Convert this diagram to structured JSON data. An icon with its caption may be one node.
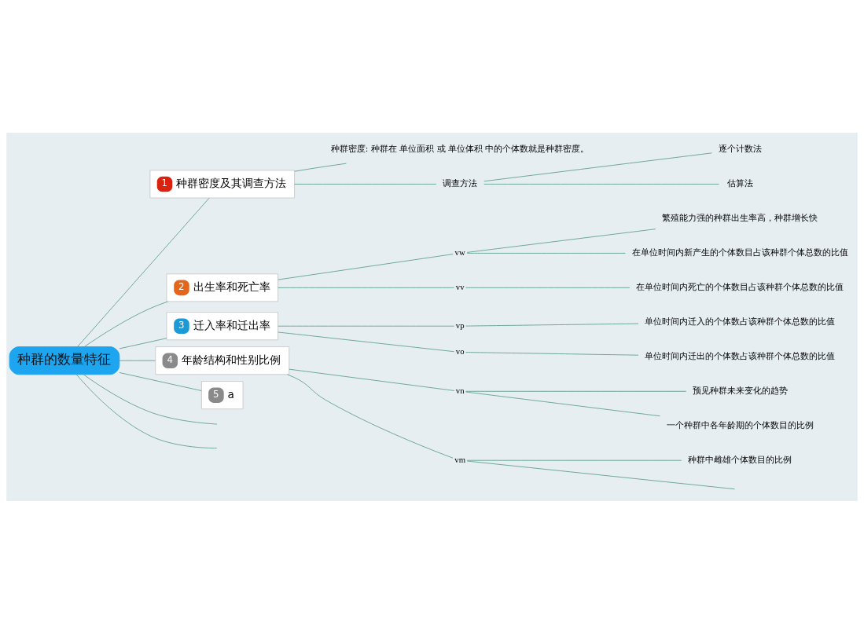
{
  "diagram": {
    "nodes": [
      {
        "text": [
          "种群的数量特征"
        ]
      },
      {
        "text": [
          "1",
          "种群密度及其调查方法"
        ]
      },
      {
        "text": [
          "种群密度: 种群在 单位面积 或 单位体积 中的个体数就是种群密度。"
        ]
      },
      {
        "text": [
          "调查方法"
        ]
      },
      {
        "text": [
          "逐个计数法"
        ]
      },
      {
        "text": [
          "估算法"
        ]
      },
      {
        "text": [
          "2",
          "出生率和死亡率"
        ]
      },
      {
        "text": [
          "vw"
        ]
      },
      {
        "text": [
          "繁殖能力强的种群出生率高，种群增长快"
        ]
      },
      {
        "text": [
          "在单位时间内新产生的个体数目占该种群个体总数的比值"
        ]
      },
      {
        "text": [
          "vv"
        ]
      },
      {
        "text": [
          "在单位时间内死亡的个体数目占该种群个体总数的比值"
        ]
      },
      {
        "text": [
          "3",
          "迁入率和迁出率"
        ]
      },
      {
        "text": [
          "vp"
        ]
      },
      {
        "text": [
          "单位时间内迁入的个体数占该种群个体总数的比值"
        ]
      },
      {
        "text": [
          "vo"
        ]
      },
      {
        "text": [
          "单位时间内迁出的个体数占该种群个体总数的比值"
        ]
      },
      {
        "text": [
          "4",
          "年龄结构和性别比例"
        ]
      },
      {
        "text": [
          "vn"
        ]
      },
      {
        "text": [
          "预见种群未来变化的趋势"
        ]
      },
      {
        "text": [
          "一个种群中各年龄期的个体数目的比例"
        ]
      },
      {
        "text": [
          "vm"
        ]
      },
      {
        "text": [
          "种群中雌雄个体数目的比例"
        ]
      },
      {
        "text": [
          "5",
          "a"
        ]
      }
    ],
    "edges": [
      {
        "from": 0,
        "to": 1,
        "arrow": "none"
      },
      {
        "from": 1,
        "to": 2,
        "arrow": "none"
      },
      {
        "from": 1,
        "to": 3,
        "arrow": "none"
      },
      {
        "from": 3,
        "to": 4,
        "arrow": "none"
      },
      {
        "from": 3,
        "to": 5,
        "arrow": "none"
      },
      {
        "from": 0,
        "to": 6,
        "arrow": "none"
      },
      {
        "from": 6,
        "to": 7,
        "arrow": "none"
      },
      {
        "from": 7,
        "to": 8,
        "arrow": "none"
      },
      {
        "from": 7,
        "to": 9,
        "arrow": "none"
      },
      {
        "from": 6,
        "to": 10,
        "arrow": "none"
      },
      {
        "from": 10,
        "to": 11,
        "arrow": "none"
      },
      {
        "from": 0,
        "to": 12,
        "arrow": "none"
      },
      {
        "from": 12,
        "to": 13,
        "arrow": "none"
      },
      {
        "from": 13,
        "to": 14,
        "arrow": "none"
      },
      {
        "from": 12,
        "to": 15,
        "arrow": "none"
      },
      {
        "from": 15,
        "to": 16,
        "arrow": "none"
      },
      {
        "from": 0,
        "to": 17,
        "arrow": "none"
      },
      {
        "from": 17,
        "to": 18,
        "arrow": "none"
      },
      {
        "from": 18,
        "to": 19,
        "arrow": "none"
      },
      {
        "from": 18,
        "to": 20,
        "arrow": "none"
      },
      {
        "from": 17,
        "to": 21,
        "arrow": "none"
      },
      {
        "from": 21,
        "to": 22,
        "arrow": "none"
      },
      {
        "from": 21,
        "to": null,
        "arrow": "none"
      },
      {
        "from": 0,
        "to": 23,
        "arrow": "none"
      },
      {
        "from": 0,
        "to": null,
        "arrow": "none"
      },
      {
        "from": 0,
        "to": null,
        "arrow": "none"
      }
    ]
  }
}
